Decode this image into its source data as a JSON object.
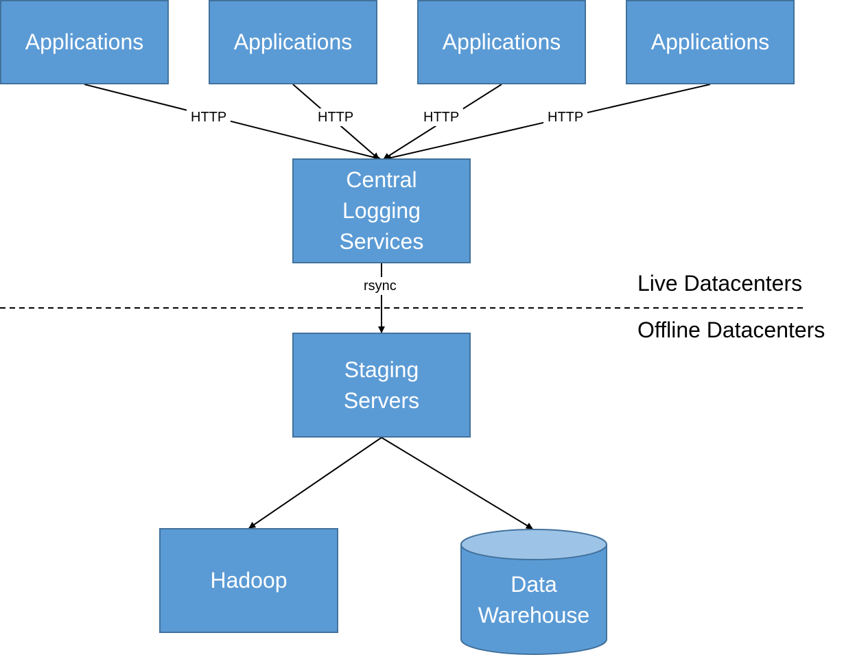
{
  "nodes": {
    "app1": "Applications",
    "app2": "Applications",
    "app3": "Applications",
    "app4": "Applications",
    "central": [
      "Central",
      "Logging",
      "Services"
    ],
    "staging": [
      "Staging",
      "Servers"
    ],
    "hadoop": "Hadoop",
    "warehouse": [
      "Data",
      "Warehouse"
    ]
  },
  "edges": {
    "http1": "HTTP",
    "http2": "HTTP",
    "http3": "HTTP",
    "http4": "HTTP",
    "rsync": "rsync"
  },
  "zones": {
    "live": "Live Datacenters",
    "offline": "Offline Datacenters"
  },
  "colors": {
    "box_fill": "#5b9bd5",
    "box_border": "#41719c",
    "cylinder_top": "#9dc3e6"
  }
}
